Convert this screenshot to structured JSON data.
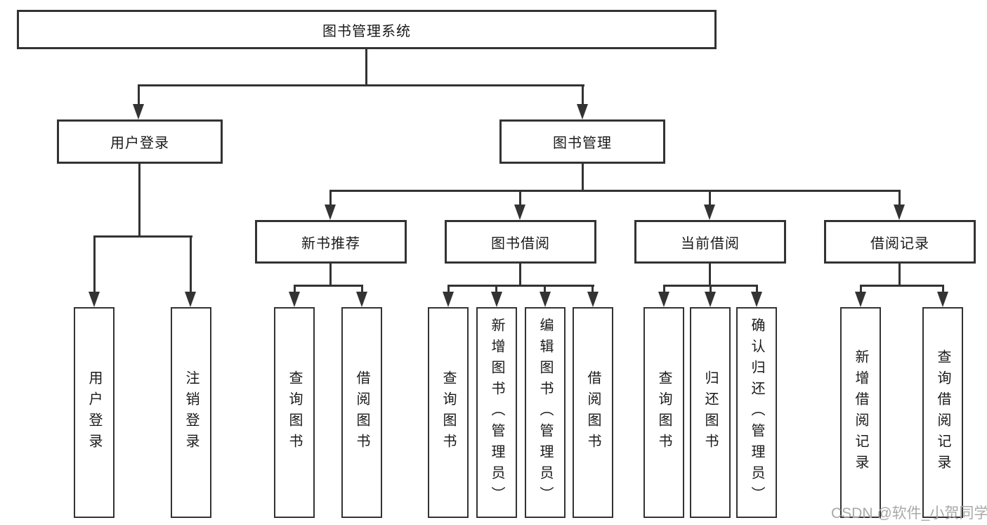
{
  "tree": {
    "root": "图书管理系统",
    "branches": [
      {
        "label": "用户登录",
        "children": [
          "用户登录",
          "注销登录"
        ]
      },
      {
        "label": "图书管理",
        "children": [
          {
            "label": "新书推荐",
            "children": [
              "查询图书",
              "借阅图书"
            ]
          },
          {
            "label": "图书借阅",
            "children": [
              "查询图书",
              "新增图书（管理员）",
              "编辑图书（管理员）",
              "借阅图书"
            ]
          },
          {
            "label": "当前借阅",
            "children": [
              "查询图书",
              "归还图书",
              "确认归还（管理员）"
            ]
          },
          {
            "label": "借阅记录",
            "children": [
              "新增借阅记录",
              "查询借阅记录"
            ]
          }
        ]
      }
    ]
  },
  "watermark": {
    "text": "CSDN @软件_小贺同学"
  },
  "colors": {
    "line": "#333333",
    "box_border": "#333333",
    "text": "#1a1a1a",
    "background": "#ffffff",
    "watermark": "#a9a9a9"
  }
}
